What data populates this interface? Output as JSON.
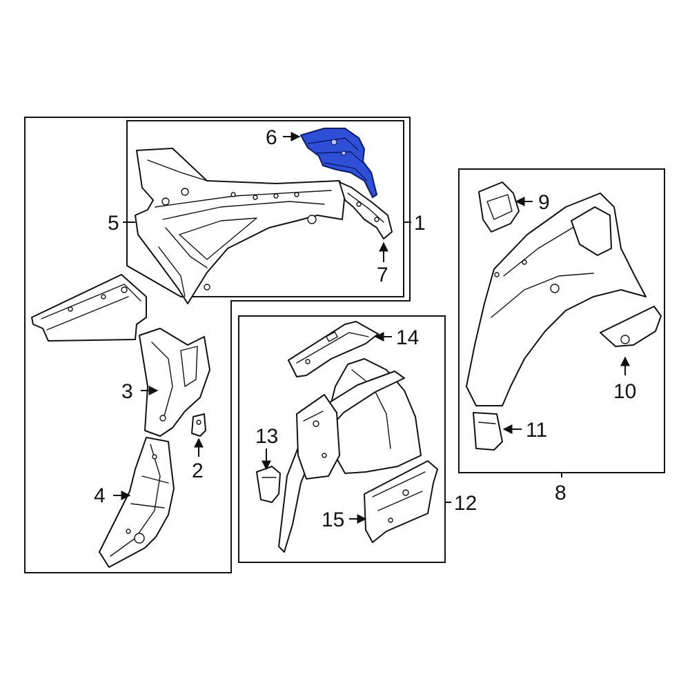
{
  "diagram": {
    "highlight_color": "#2e4fd6",
    "callouts": {
      "c1": "1",
      "c2": "2",
      "c3": "3",
      "c4": "4",
      "c5": "5",
      "c6": "6",
      "c7": "7",
      "c8": "8",
      "c9": "9",
      "c10": "10",
      "c11": "11",
      "c12": "12",
      "c13": "13",
      "c14": "14",
      "c15": "15"
    }
  }
}
